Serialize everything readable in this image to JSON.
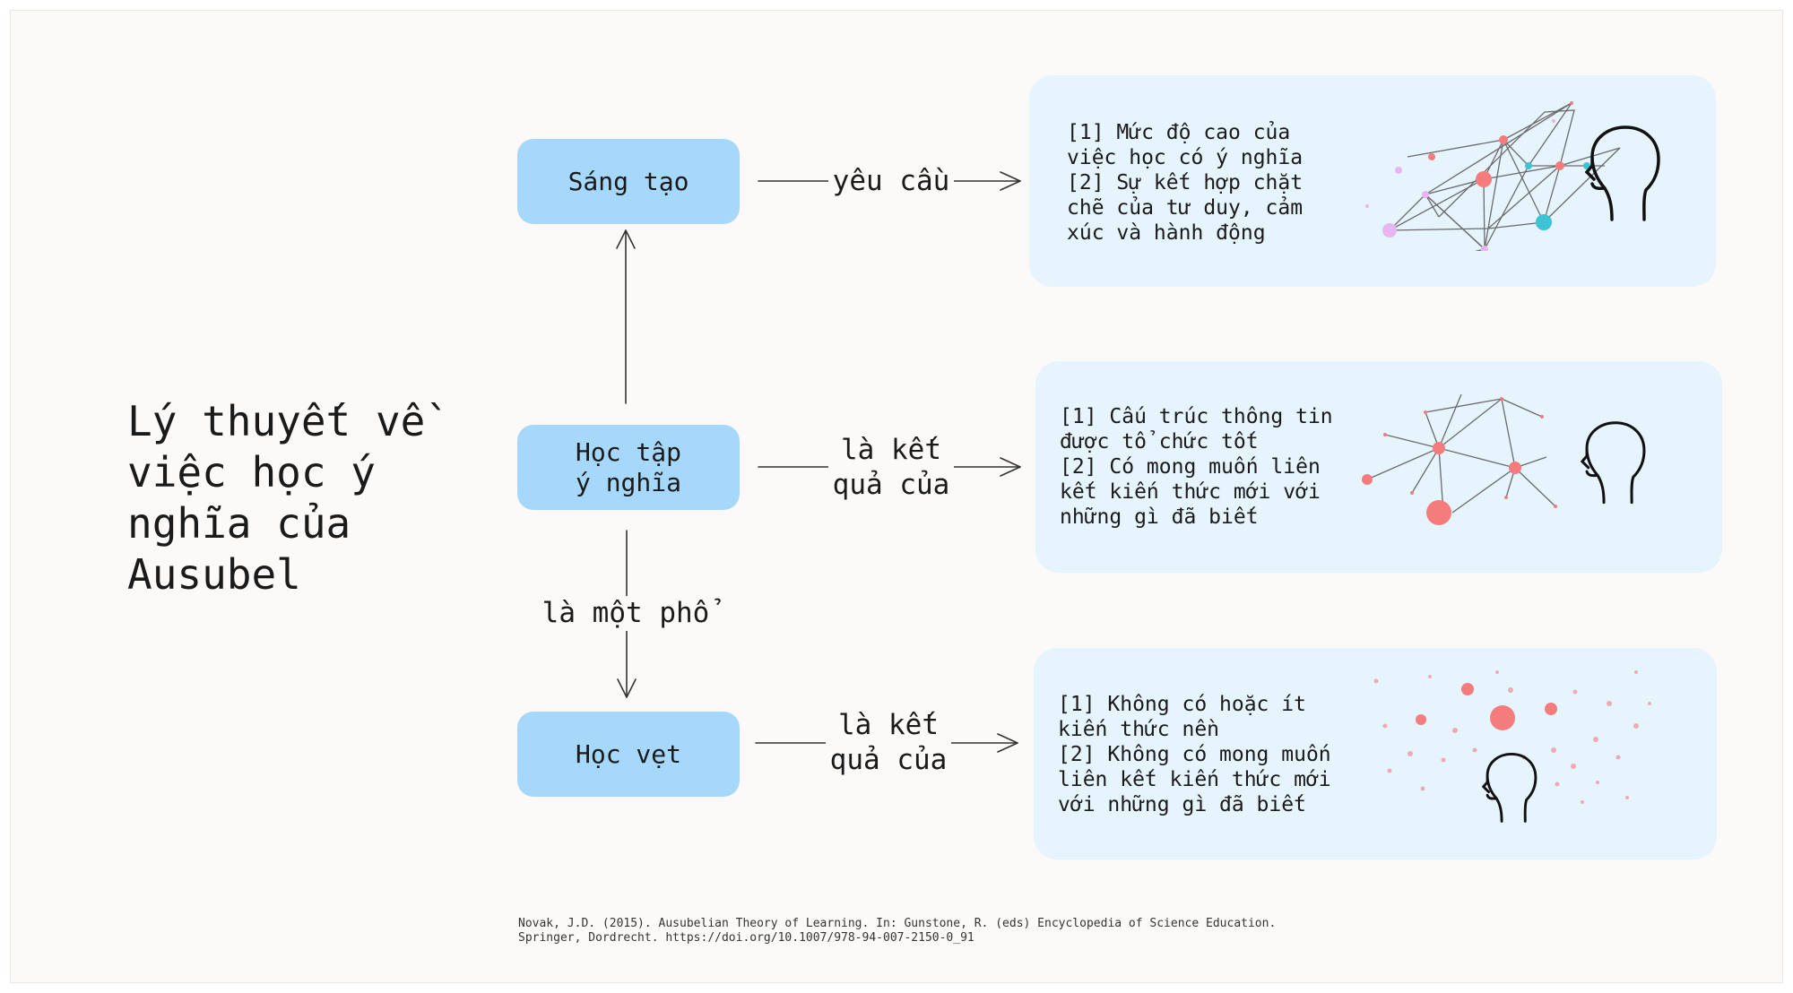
{
  "title": "Lý thuyết về\nviệc học ý\nnghĩa của\nAusubel",
  "nodes": {
    "creative": "Sáng tạo",
    "meaningful": "Học tập\ný nghĩa",
    "rote": "Học vẹt"
  },
  "edges": {
    "requires": "yêu cầu",
    "result_of_1": "là kết\nquả của",
    "spectrum": "là một phổ",
    "result_of_2": "là kết\nquả của"
  },
  "panels": {
    "creative": "[1] Mức độ cao của\nviệc học có ý nghĩa\n[2] Sự kết hợp chặt\nchẽ của tư duy, cảm\nxúc và hành động",
    "meaningful": "[1] Cấu trúc thông tin\nđược tổ chức tốt\n[2] Có mong muốn liên\nkết kiến thức mới với\nnhững gì đã biết",
    "rote": "[1] Không có hoặc ít\nkiến thức nền\n[2] Không có mong muốn\nliên kết kiến thức mới\nvới những gì đã biết"
  },
  "citation": "Novak, J.D. (2015). Ausubelian Theory of Learning. In: Gunstone, R. (eds) Encyclopedia of Science Education.\nSpringer, Dordrecht. https://doi.org/10.1007/978-94-007-2150-0_91",
  "icons": [
    "network-icon",
    "head-icon",
    "scattered-dots-icon"
  ],
  "colors": {
    "node_fill": "#a6d8fc",
    "panel_fill": "#e6f4fe",
    "dot_red": "#f47c7c",
    "dot_teal": "#3cc4d6",
    "dot_pink": "#e9b4f2"
  }
}
